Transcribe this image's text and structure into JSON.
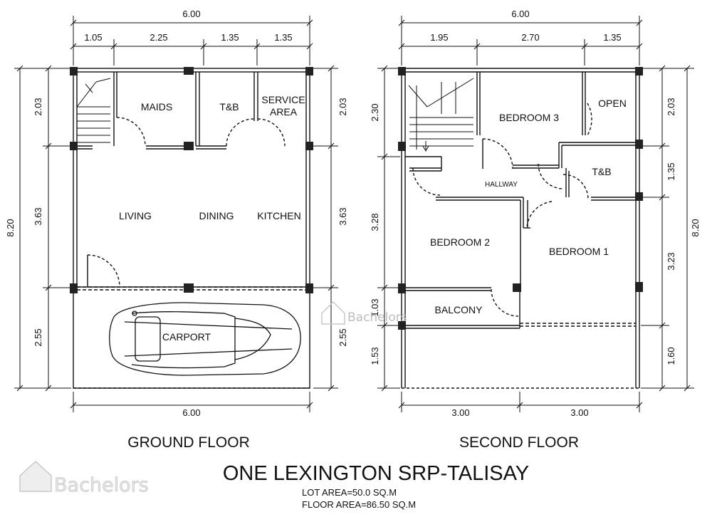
{
  "plans": {
    "ground": {
      "title": "GROUND FLOOR",
      "top_total": "6.00",
      "top_segments": [
        "1.05",
        "2.25",
        "1.35",
        "1.35"
      ],
      "bottom_total": "6.00",
      "left_total": "8.20",
      "left_segments": [
        "2.03",
        "3.63",
        "2.55"
      ],
      "right_segments": [
        "2.03",
        "3.63",
        "2.55"
      ],
      "rooms": {
        "maids": "MAIDS",
        "tb": "T&B",
        "service_line1": "SERVICE",
        "service_line2": "AREA",
        "living": "LIVING",
        "dining": "DINING",
        "kitchen": "KITCHEN",
        "carport": "CARPORT"
      }
    },
    "second": {
      "title": "SECOND FLOOR",
      "top_total": "6.00",
      "top_segments": [
        "1.95",
        "2.70",
        "1.35"
      ],
      "bottom_segments": [
        "3.00",
        "3.00"
      ],
      "left_segments": [
        "2.30",
        "3.28",
        "1.03",
        "1.53"
      ],
      "right_total": "8.20",
      "right_segments": [
        "2.03",
        "1.35",
        "3.23",
        "1.60"
      ],
      "rooms": {
        "bedroom3": "BEDROOM 3",
        "open": "OPEN",
        "tb": "T&B",
        "hallway": "HALLWAY",
        "bedroom2": "BEDROOM 2",
        "bedroom1": "BEDROOM 1",
        "balcony": "BALCONY"
      }
    }
  },
  "project": {
    "name": "ONE LEXINGTON SRP-TALISAY",
    "lot_area": "LOT AREA=50.0 SQ.M",
    "floor_area": "FLOOR AREA=86.50 SQ.M"
  },
  "watermark": {
    "text": "Bachelors"
  }
}
